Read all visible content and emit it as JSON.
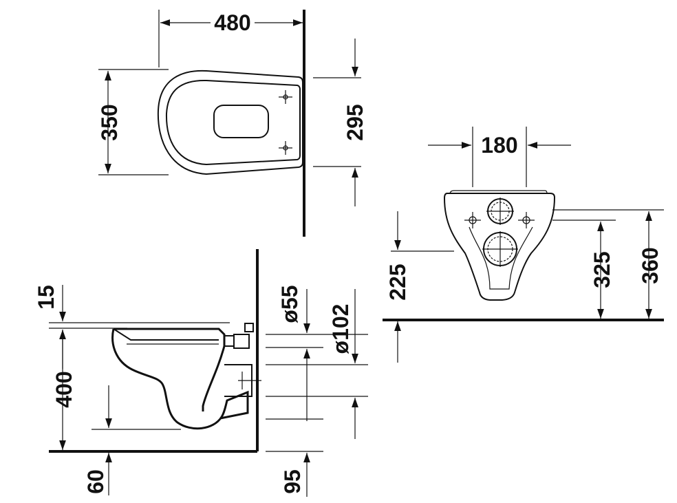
{
  "dimensions": {
    "top_width": "480",
    "top_depth": "350",
    "top_wall_offset": "295",
    "front_bolt_spacing": "180",
    "front_height_225": "225",
    "front_height_325": "325",
    "front_height_360": "360",
    "side_seat_thickness": "15",
    "side_height": "400",
    "side_floor_offset": "60",
    "side_inlet_diameter": "ø55",
    "side_outlet_diameter": "ø102",
    "side_outlet_height": "95"
  }
}
